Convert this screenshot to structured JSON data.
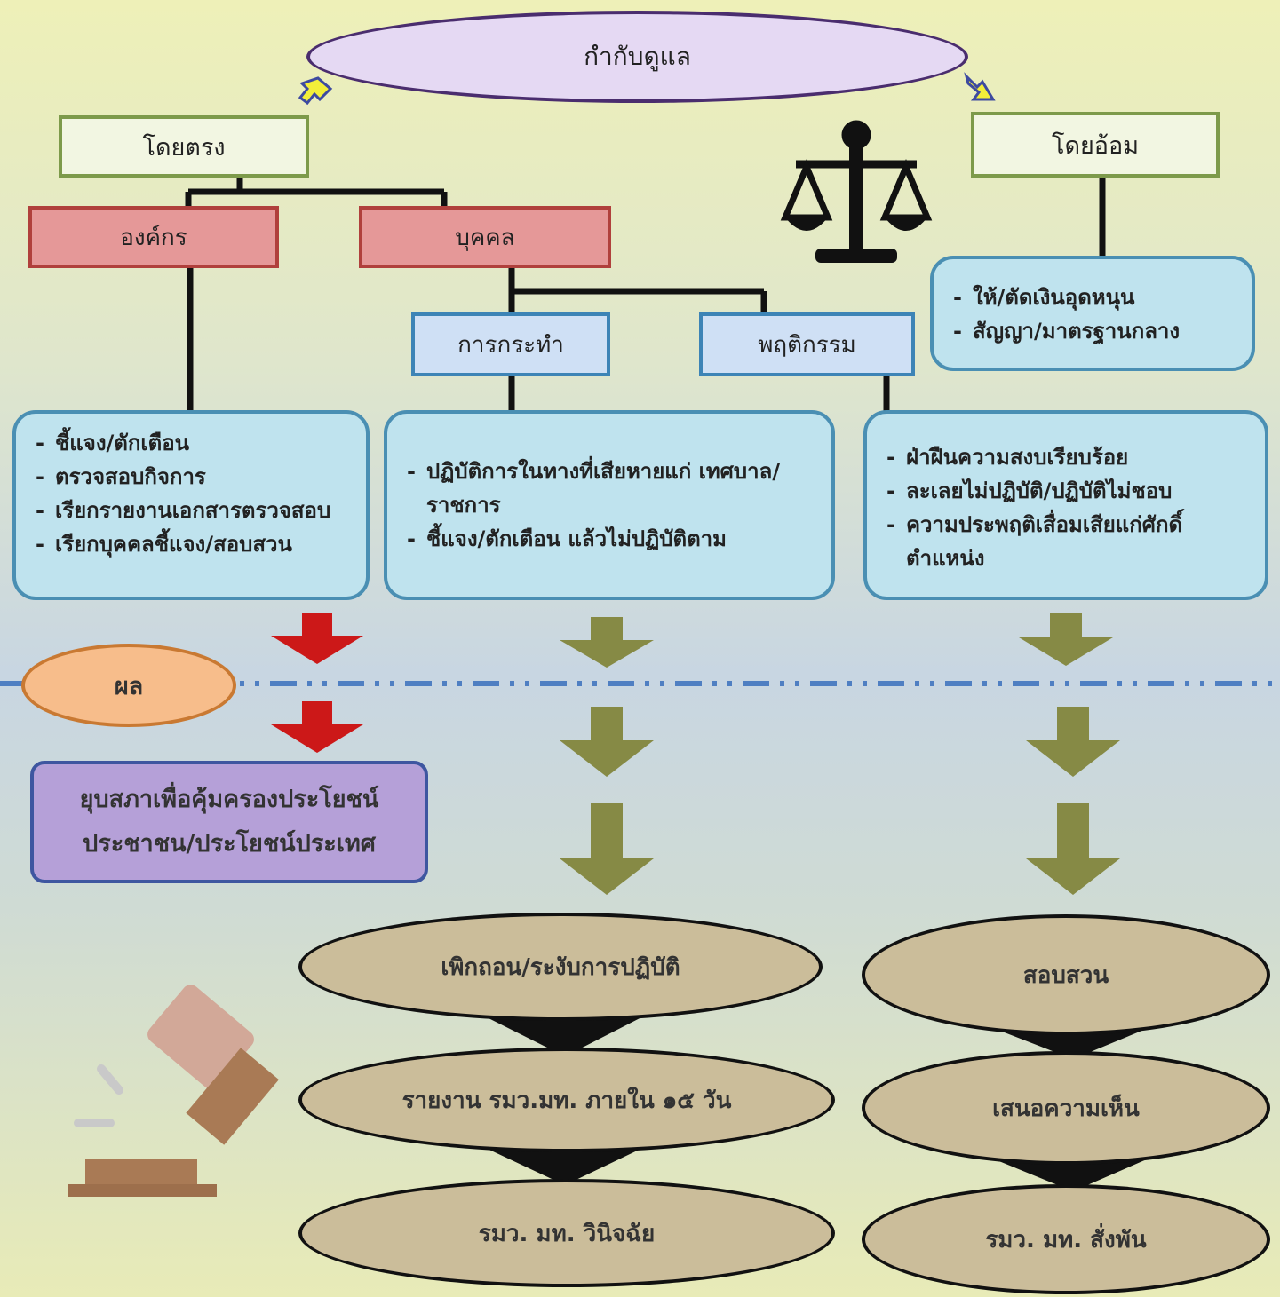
{
  "top": {
    "label": "กำกับดูแล"
  },
  "direct": {
    "label": "โดยตรง"
  },
  "indirect": {
    "label": "โดยอ้อม",
    "items": [
      "ให้/ตัดเงินอุดหนุน",
      "สัญญา/มาตรฐานกลาง"
    ]
  },
  "org": {
    "label": "องค์กร",
    "items": [
      "ชี้แจง/ตักเตือน",
      "ตรวจสอบกิจการ",
      "เรียกรายงานเอกสารตรวจสอบ",
      "เรียกบุคคลชี้แจง/สอบสวน"
    ]
  },
  "person": {
    "label": "บุคคล"
  },
  "action": {
    "label": "การกระทำ",
    "items": [
      "ปฏิบัติการในทางที่เสียหายแก่ เทศบาล/ราชการ",
      "ชี้แจง/ตักเตือน แล้วไม่ปฏิบัติตาม"
    ]
  },
  "behavior": {
    "label": "พฤติกรรม",
    "items": [
      "ฝ่าฝืนความสงบเรียบร้อย",
      "ละเลยไม่ปฏิบัติ/ปฏิบัติไม่ชอบ",
      "ความประพฤติเสื่อมเสียแก่ศักดิ์ตำแหน่ง"
    ]
  },
  "result": {
    "label": "ผล"
  },
  "dissolve": {
    "line1": "ยุบสภาเพื่อคุ้มครองประโยชน์",
    "line2": "ประชาชน/ประโยชน์ประเทศ"
  },
  "mid_chain": [
    "เพิกถอน/ระงับการปฏิบัติ",
    "รายงาน รมว.มท. ภายใน ๑๕ วัน",
    "รมว. มท. วินิจฉัย"
  ],
  "right_chain": [
    "สอบสวน",
    "เสนอความเห็น",
    "รมว. มท. สั่งพัน"
  ],
  "colors": {
    "red_arrow": "#cc1818",
    "olive_arrow": "#868a45",
    "dashed_line": "#4f7fc2"
  }
}
